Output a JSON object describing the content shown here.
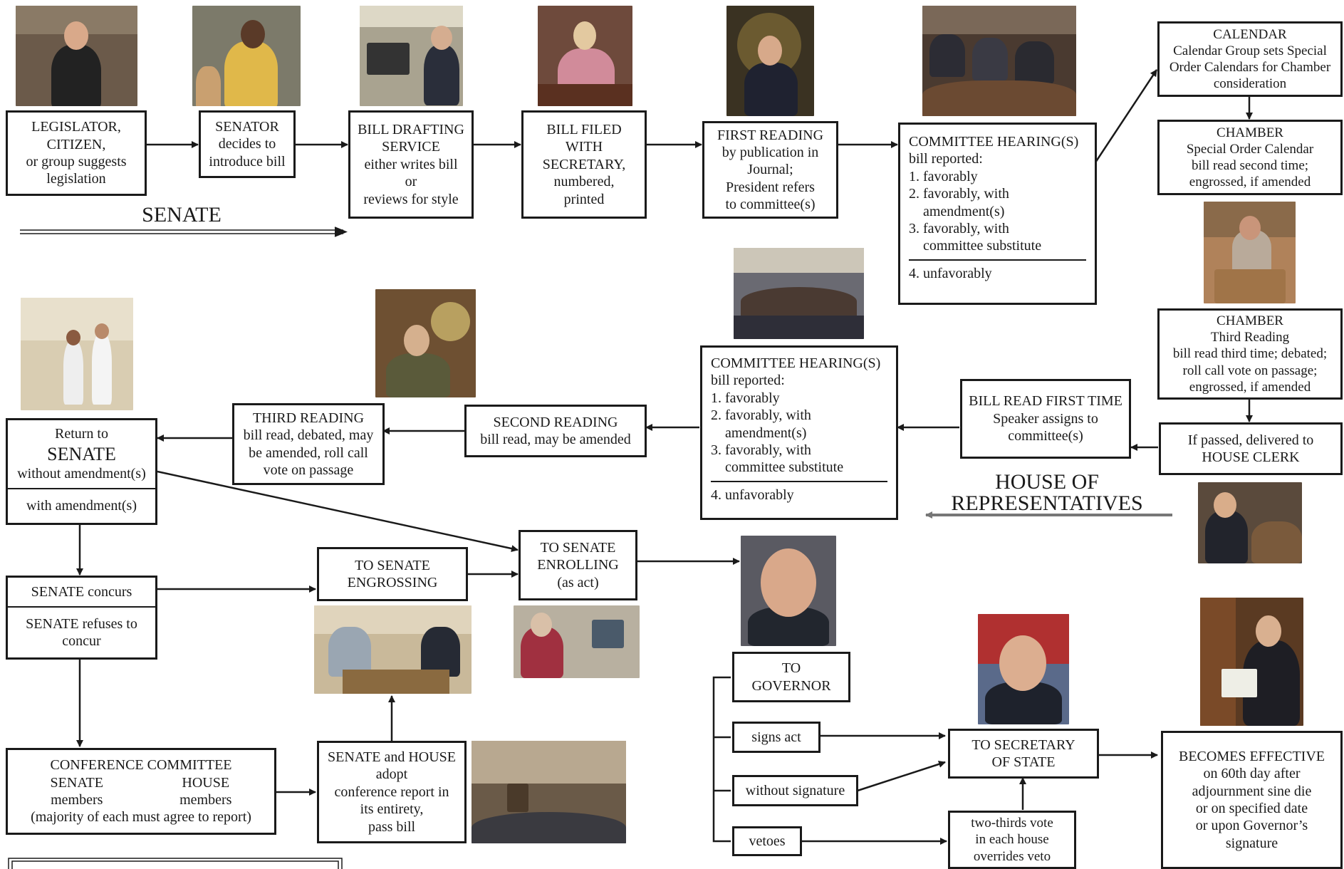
{
  "senate_label": "SENATE",
  "house_label": [
    "HOUSE OF",
    "REPRESENTATIVES"
  ],
  "boxes": {
    "legislator": [
      "LEGISLATOR,",
      "CITIZEN,",
      "or group suggests",
      "legislation"
    ],
    "senator": [
      "SENATOR",
      "decides to",
      "introduce bill"
    ],
    "drafting": [
      "BILL DRAFTING",
      "SERVICE",
      "either writes bill",
      "or",
      "reviews for style"
    ],
    "filed": [
      "BILL FILED",
      "WITH",
      "SECRETARY,",
      "numbered,",
      "printed"
    ],
    "first_reading": [
      "FIRST READING",
      "by publication in",
      "Journal;",
      "President refers",
      "to committee(s)"
    ],
    "senate_committee": {
      "title": "COMMITTEE HEARING(S)",
      "sub": "bill reported:",
      "items": [
        "1. favorably",
        "2. favorably, with",
        "amendment(s)",
        "3. favorably, with",
        "committee substitute"
      ],
      "last": "4. unfavorably"
    },
    "calendar": [
      "CALENDAR",
      "Calendar Group sets Special",
      "Order Calendars for Chamber",
      "consideration"
    ],
    "chamber2": [
      "CHAMBER",
      "Special Order Calendar",
      "bill read second time;",
      "engrossed, if amended"
    ],
    "chamber3": [
      "CHAMBER",
      "Third Reading",
      "bill read third time; debated;",
      "roll call vote on passage;",
      "engrossed, if amended"
    ],
    "delivered": [
      "If passed, delivered to",
      "HOUSE CLERK"
    ],
    "house_first": [
      "BILL READ FIRST TIME",
      "Speaker assigns to",
      "committee(s)"
    ],
    "house_committee": {
      "title": "COMMITTEE HEARING(S)",
      "sub": "bill reported:",
      "items": [
        "1. favorably",
        "2. favorably, with",
        "amendment(s)",
        "3. favorably, with",
        "committee substitute"
      ],
      "last": "4. unfavorably"
    },
    "second_reading": [
      "SECOND READING",
      "bill read, may be amended"
    ],
    "third_reading": [
      "THIRD READING",
      "bill read, debated, may",
      "be amended, roll call",
      "vote on passage"
    ],
    "return_senate": {
      "top1": "Return to",
      "top2": "SENATE",
      "top3": "without amendment(s)",
      "bottom": "with amendment(s)"
    },
    "concurs": {
      "top": "SENATE concurs",
      "bottom": [
        "SENATE refuses to",
        "concur"
      ]
    },
    "engrossing": [
      "TO SENATE",
      "ENGROSSING"
    ],
    "enrolling": [
      "TO SENATE",
      "ENROLLING",
      "(as act)"
    ],
    "conference": {
      "title": "CONFERENCE COMMITTEE",
      "col1": [
        "SENATE",
        "members"
      ],
      "col2": [
        "HOUSE",
        "members"
      ],
      "note": "(majority of each must agree to report)"
    },
    "adopt": [
      "SENATE and HOUSE",
      "adopt",
      "conference report in",
      "its entirety,",
      "pass bill"
    ],
    "governor": [
      "TO",
      "GOVERNOR"
    ],
    "signs": "signs act",
    "without_sig": "without signature",
    "vetoes": "vetoes",
    "secretary_state": [
      "TO SECRETARY",
      "OF STATE"
    ],
    "override": [
      "two-thirds vote",
      "in each house",
      "overrides veto"
    ],
    "effective": [
      "BECOMES EFFECTIVE",
      "on 60th day after",
      "adjournment sine die",
      "or on specified date",
      "or upon Governor’s",
      "signature"
    ]
  },
  "colors": {
    "line": "#1a1a1a",
    "house_arrow": "#777777"
  }
}
